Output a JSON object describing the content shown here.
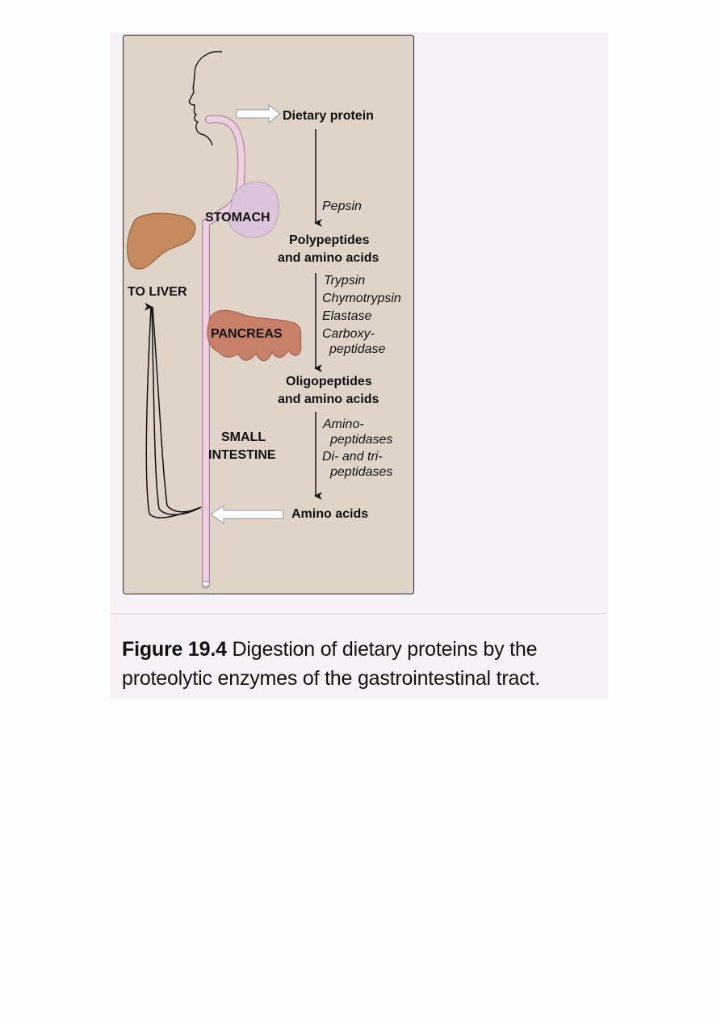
{
  "labels": {
    "dietary_protein": "Dietary protein",
    "stomach": "STOMACH",
    "to_liver": "TO LIVER",
    "pancreas": "PANCREAS",
    "small_intestine_1": "SMALL",
    "small_intestine_2": "INTESTINE",
    "polypeptides_1": "Polypeptides",
    "polypeptides_2": "and amino acids",
    "oligopeptides_1": "Oligopeptides",
    "oligopeptides_2": "and amino acids",
    "amino_acids": "Amino acids"
  },
  "enzymes": {
    "pepsin": "Pepsin",
    "trypsin": "Trypsin",
    "chymotrypsin": "Chymotrypsin",
    "elastase": "Elastase",
    "carboxy_1": "Carboxy-",
    "carboxy_2": "peptidase",
    "amino_1": "Amino-",
    "amino_2": "peptidases",
    "ditri_1": "Di- and tri-",
    "ditri_2": "peptidases"
  },
  "caption": {
    "number": "Figure 19.4",
    "text": " Digestion of dietary proteins by the proteolytic enzymes of the gastrointestinal tract."
  },
  "colors": {
    "panel": "#e0d4c8",
    "sheet": "#f6f2f6",
    "gut": "#eecfe0",
    "stomach": "#dcc4dc",
    "liver": "#c4895c",
    "pancreas": "#c98068"
  }
}
